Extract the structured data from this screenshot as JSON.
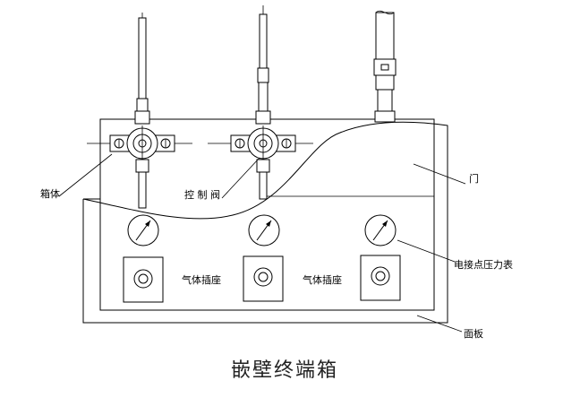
{
  "labels": {
    "box": "箱体",
    "control_valve": "控 制 阀",
    "door": "门",
    "gauge": "电接点压力表",
    "panel": "面板",
    "socket_1": "气体插座",
    "socket_2": "气体插座"
  },
  "caption": "嵌壁终端箱"
}
